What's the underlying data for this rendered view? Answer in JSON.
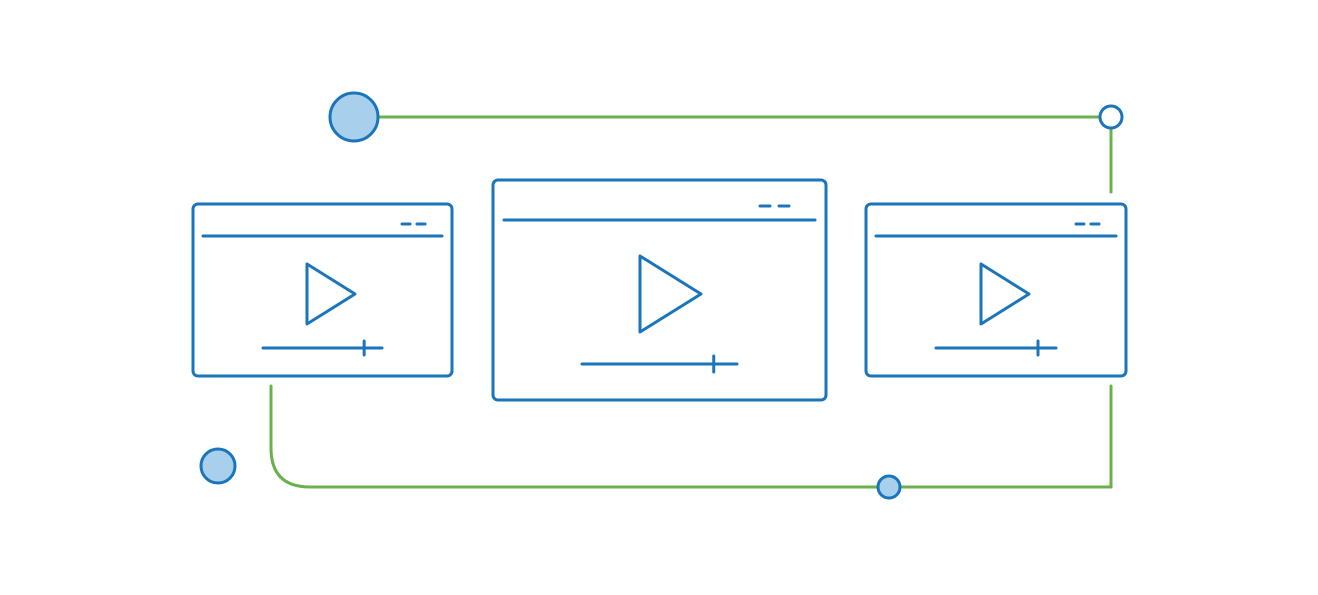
{
  "colors": {
    "background": "#ffffff",
    "window_stroke": "#1a75bb",
    "connector_line": "#6ab04c",
    "node_fill": "#a8d0ec",
    "node_stroke": "#1a75bb",
    "hollow_node_fill": "#ffffff"
  },
  "icons": {
    "window": "video-player-window-icon",
    "play": "play-icon",
    "progress": "progress-bar-icon"
  },
  "players": [
    {
      "name": "left",
      "progress": 0.85
    },
    {
      "name": "center",
      "progress": 0.85
    },
    {
      "name": "right",
      "progress": 0.85
    }
  ]
}
